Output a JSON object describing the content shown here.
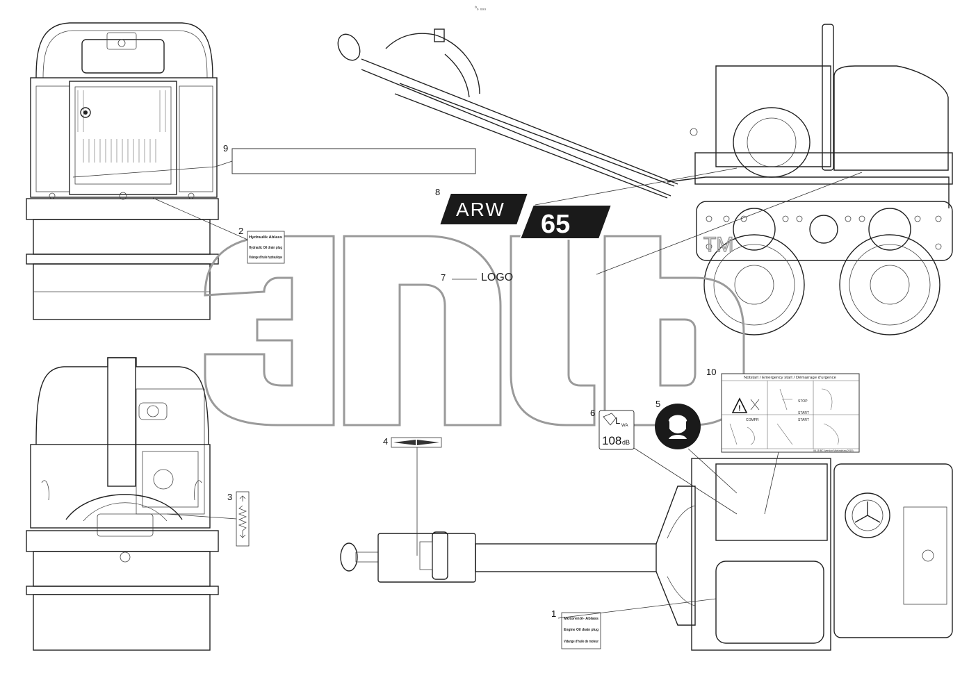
{
  "header_mark": "⁰₀ ₀₀₀",
  "callouts": [
    {
      "id": "1",
      "label": "1"
    },
    {
      "id": "2",
      "label": "2"
    },
    {
      "id": "3",
      "label": "3"
    },
    {
      "id": "4",
      "label": "4"
    },
    {
      "id": "5",
      "label": "5"
    },
    {
      "id": "6",
      "label": "6"
    },
    {
      "id": "7",
      "label": "7"
    },
    {
      "id": "8",
      "label": "8"
    },
    {
      "id": "9",
      "label": "9"
    },
    {
      "id": "10",
      "label": "10"
    }
  ],
  "decal_logo_text": "LOGO",
  "decal_model": {
    "prefix": "ARW",
    "number": "65"
  },
  "decal_sound": {
    "value": "108",
    "unit": "dB",
    "symbol": "L",
    "subscript": "WA"
  },
  "decal_hydraulic": [
    "Hydraulik Ablass",
    "Hydraulic Oil drain plug",
    "Vidange d'huile hydraulique"
  ],
  "decal_engine": [
    "Motorenöl- Ablass",
    "Engine Oil drain plug",
    "Vidange d'huile de moteur"
  ],
  "decal_emergency": {
    "title": "Notstart / Emergency start / Démarrage d'urgence",
    "cells": [
      "STOP",
      "START",
      "COMPR",
      "START"
    ],
    "footer": "06.15 BC (version Marknaburg 2015)"
  },
  "watermark": "TM",
  "icons": [
    "hearing-protection-icon",
    "warning-triangle-icon",
    "tension-spring-icon"
  ]
}
